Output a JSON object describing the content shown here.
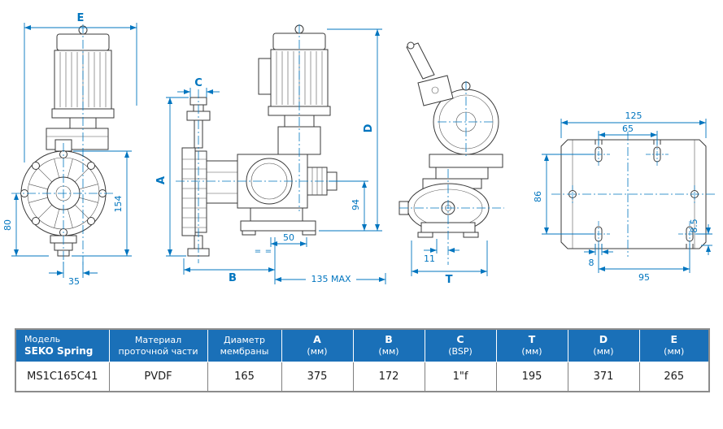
{
  "colors": {
    "dimension_blue": "#0075bf",
    "drawing_line": "#3a3a3a",
    "table_header_bg": "#1a70b8",
    "table_header_text": "#ffffff"
  },
  "views": {
    "front": {
      "e": "E",
      "h154": "154",
      "h80": "80",
      "w35": "35"
    },
    "side": {
      "c": "C",
      "a": "A",
      "b": "B",
      "w50": "50",
      "wmax": "135 MAX",
      "eq1": "=",
      "eq2": "=",
      "h94": "94",
      "d": "D"
    },
    "end": {
      "w11": "11",
      "t": "T"
    },
    "plate": {
      "w125": "125",
      "w65": "65",
      "h86": "86",
      "h85": "8.5",
      "w8": "8",
      "w95": "95"
    }
  },
  "table": {
    "headers": [
      {
        "top": "Модель",
        "bottom": "SEKO Spring"
      },
      {
        "top": "Материал",
        "bottom": "проточной части"
      },
      {
        "top": "Диаметр",
        "bottom": "мембраны"
      },
      {
        "top": "A",
        "bottom": "(мм)"
      },
      {
        "top": "B",
        "bottom": "(мм)"
      },
      {
        "top": "C",
        "bottom": "(BSP)"
      },
      {
        "top": "T",
        "bottom": "(мм)"
      },
      {
        "top": "D",
        "bottom": "(мм)"
      },
      {
        "top": "E",
        "bottom": "(мм)"
      }
    ],
    "row": {
      "model": "MS1C165C41",
      "material": "PVDF",
      "diameter": "165",
      "a": "375",
      "b": "172",
      "c": "1\"f",
      "t": "195",
      "d": "371",
      "e": "265"
    }
  }
}
